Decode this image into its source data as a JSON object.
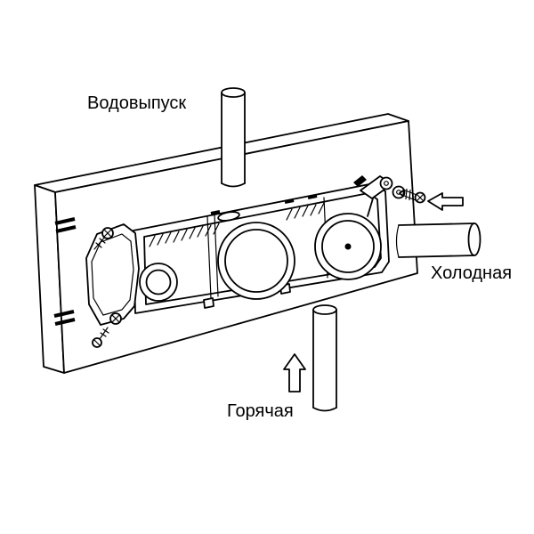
{
  "diagram": {
    "labels": {
      "outlet": "Водовыпуск",
      "cold": "Холодная",
      "hot": "Горячая"
    },
    "icons": {
      "cold_inlet": "arrow-left-outline-icon",
      "hot_inlet": "arrow-up-outline-icon"
    },
    "colors": {
      "line": "#000000",
      "background": "#ffffff"
    }
  }
}
